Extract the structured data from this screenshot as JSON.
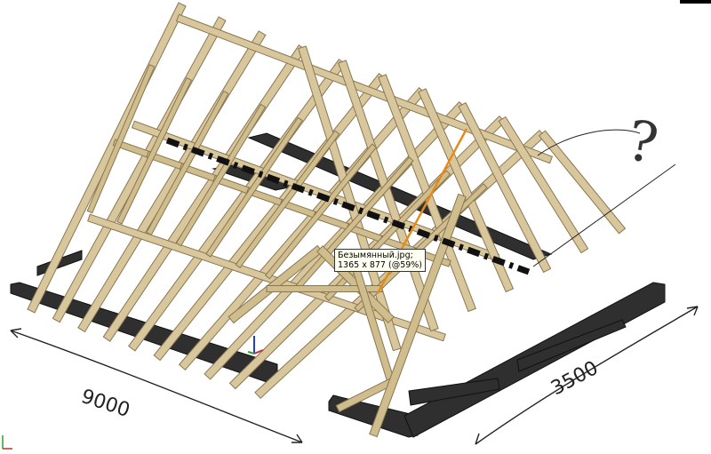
{
  "tooltip": {
    "filename": "Безымянный.jpg;",
    "dimensions": "1365 x 877 (@59%)"
  },
  "annotations": {
    "length_left": "9000",
    "length_right": "3500",
    "question_mark": "?"
  },
  "colors": {
    "wood": "#d8c79c",
    "wood_edge": "#8a7650",
    "beam": "#2f2f2f",
    "highlight": "#e68a1a",
    "tooltip_bg": "#fffff2"
  },
  "icons": [
    "axis-triad-icon",
    "corner-axis-icon"
  ]
}
